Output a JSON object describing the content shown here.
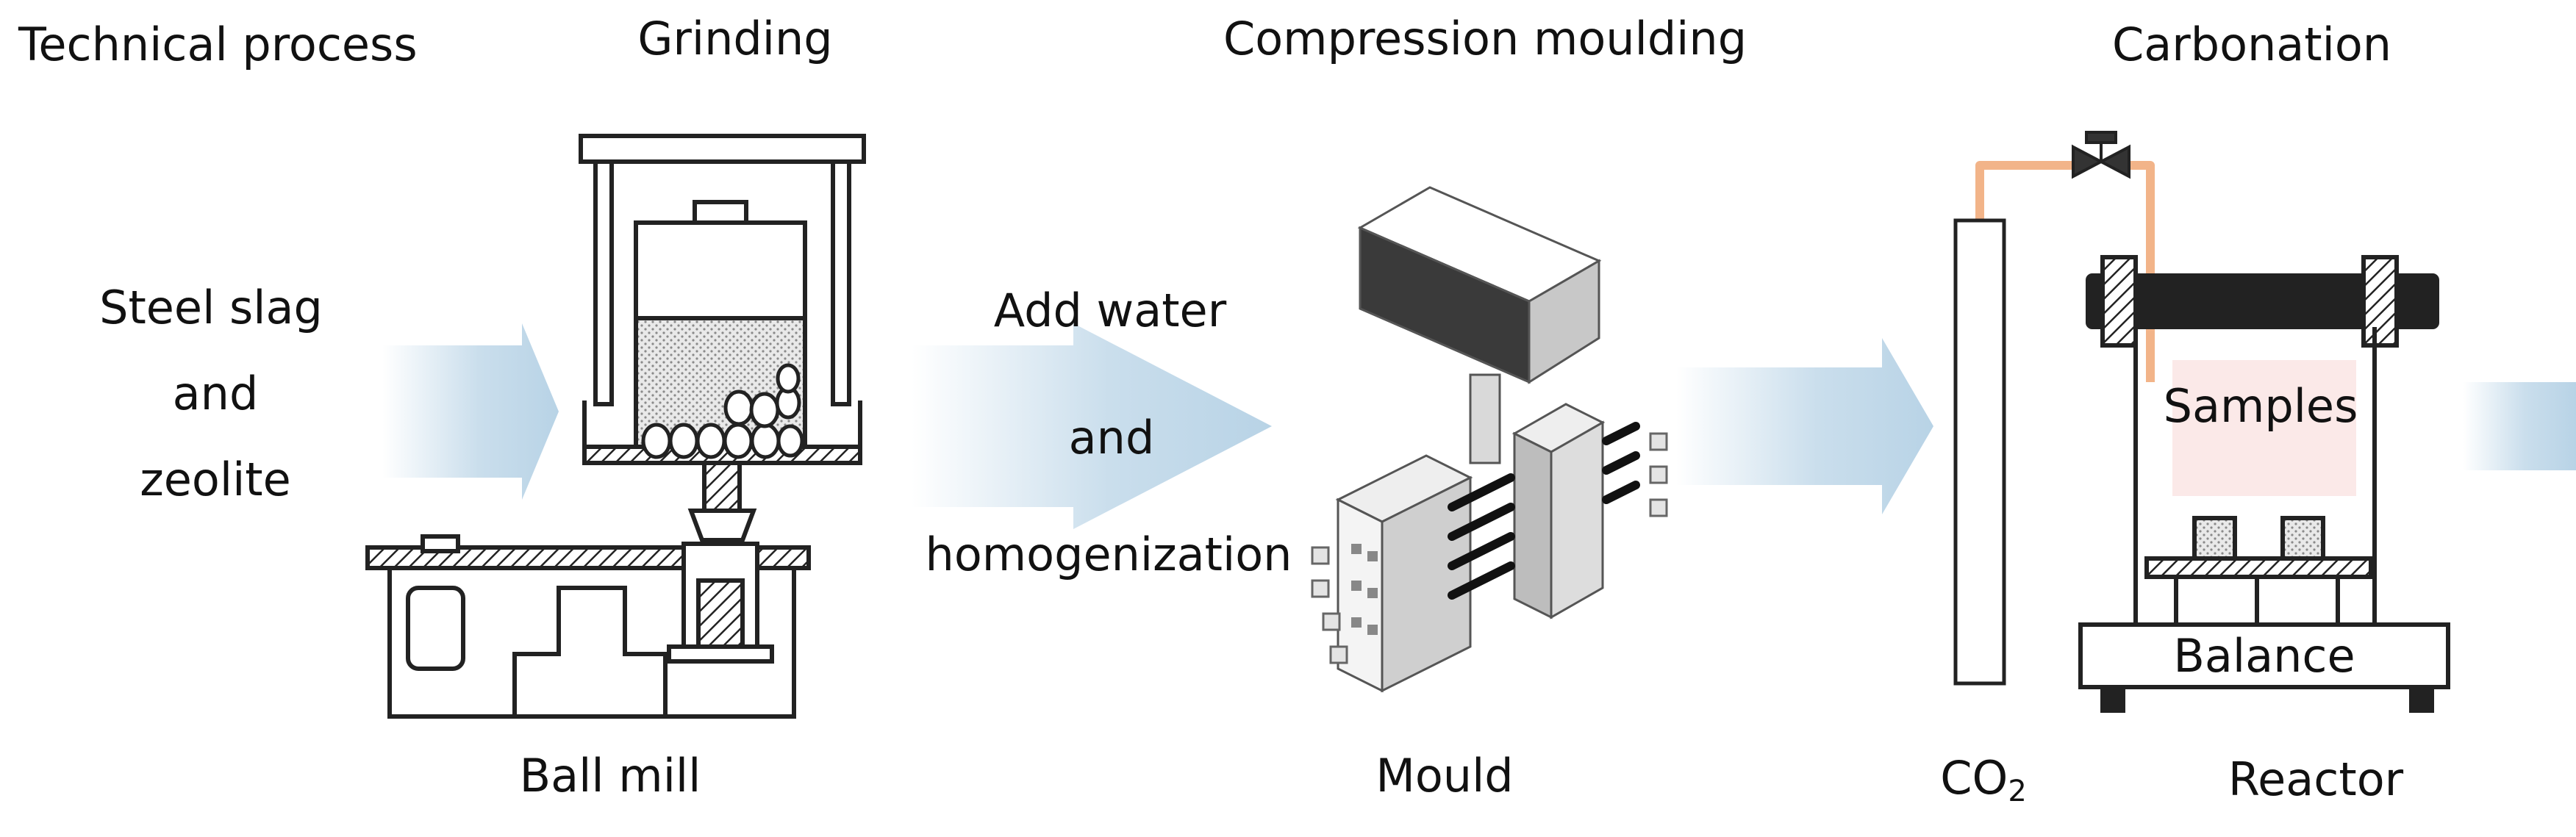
{
  "header": {
    "title": "Technical process",
    "stages": {
      "grinding": "Grinding",
      "compression": "Compression moulding",
      "carbonation": "Carbonation"
    }
  },
  "inputs": {
    "line1": "Steel slag",
    "line2": "and",
    "line3": "zeolite"
  },
  "mixing": {
    "line1": "Add water",
    "line2": "and",
    "line3": "homogenization"
  },
  "equipment": {
    "ball_mill": "Ball mill",
    "mould": "Mould",
    "co2_main": "CO",
    "co2_sub": "2",
    "reactor": "Reactor",
    "samples": "Samples",
    "balance": "Balance"
  },
  "colors": {
    "arrow": "#b8d3e6",
    "pipe": "#f2b489",
    "line": "#222222",
    "samples_zone": "#fbe9e8"
  }
}
